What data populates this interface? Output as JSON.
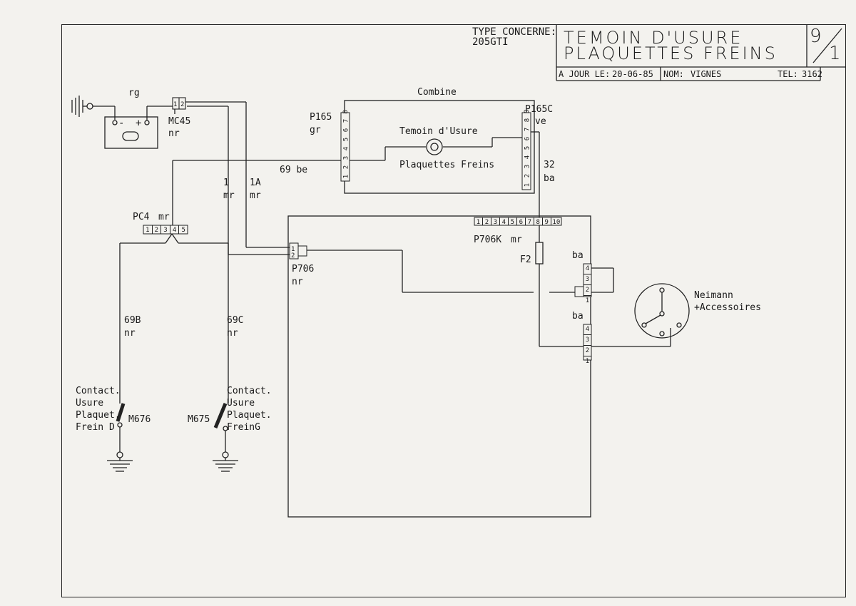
{
  "title_block": {
    "type_label": "TYPE CONCERNE:",
    "type_value": "205GTI",
    "title_line1": "TEMOIN D'USURE",
    "title_line2": "PLAQUETTES FREINS",
    "sheet_top": "9",
    "sheet_bottom": "1",
    "update_label": "A JOUR LE:",
    "update_date": "20-06-85",
    "name_label": "NOM:",
    "name_value": "VIGNES",
    "tel_label": "TEL:",
    "tel_value": "3162"
  },
  "battery": {
    "wire": "rg",
    "minus": "-",
    "plus": "+"
  },
  "mc45": {
    "name": "MC45",
    "color": "nr",
    "pins": [
      "1",
      "2"
    ]
  },
  "combine": {
    "title": "Combine",
    "left_conn": "P165",
    "left_color": "gr",
    "left_pins": [
      "1",
      "2",
      "3",
      "4",
      "5",
      "6",
      "7",
      "8"
    ],
    "right_conn": "P165C",
    "right_color": "ve",
    "right_pins": [
      "1",
      "2",
      "3",
      "4",
      "5",
      "6",
      "7",
      "8",
      "9"
    ],
    "lamp_label_top": "Temoin d'Usure",
    "lamp_label_bottom": "Plaquettes Freins"
  },
  "wires": {
    "w69be": "69 be",
    "w1": "1",
    "w1_color": "mr",
    "w1a": "1A",
    "w1a_color": "mr",
    "w32": "32",
    "w32_color": "ba",
    "w69b": "69B",
    "w69b_color": "nr",
    "w69c": "69C",
    "w69c_color": "nr"
  },
  "pc4": {
    "name": "PC4",
    "color": "mr",
    "pins": [
      "1",
      "2",
      "3",
      "4",
      "5"
    ]
  },
  "bsi": {
    "p706k": "P706K",
    "p706k_color": "mr",
    "p706k_pins": [
      "1",
      "2",
      "3",
      "4",
      "5",
      "6",
      "7",
      "8",
      "9",
      "10"
    ],
    "p706": "P706",
    "p706_color": "nr",
    "p706_pins": [
      "1",
      "2"
    ],
    "fuse": "F2",
    "conn_upper_color": "ba",
    "conn_lower_color": "ba",
    "conn_pins": [
      "1",
      "2",
      "3",
      "4"
    ]
  },
  "neimann": {
    "line1": "Neimann",
    "line2": "+Accessoires"
  },
  "switches": [
    {
      "lines": [
        "Contact.",
        "Usure",
        "Plaquet.",
        "Frein D"
      ],
      "ref": "M676"
    },
    {
      "lines": [
        "Contact.",
        "Usure",
        "Plaquet.",
        "FreinG"
      ],
      "ref": "M675"
    }
  ]
}
